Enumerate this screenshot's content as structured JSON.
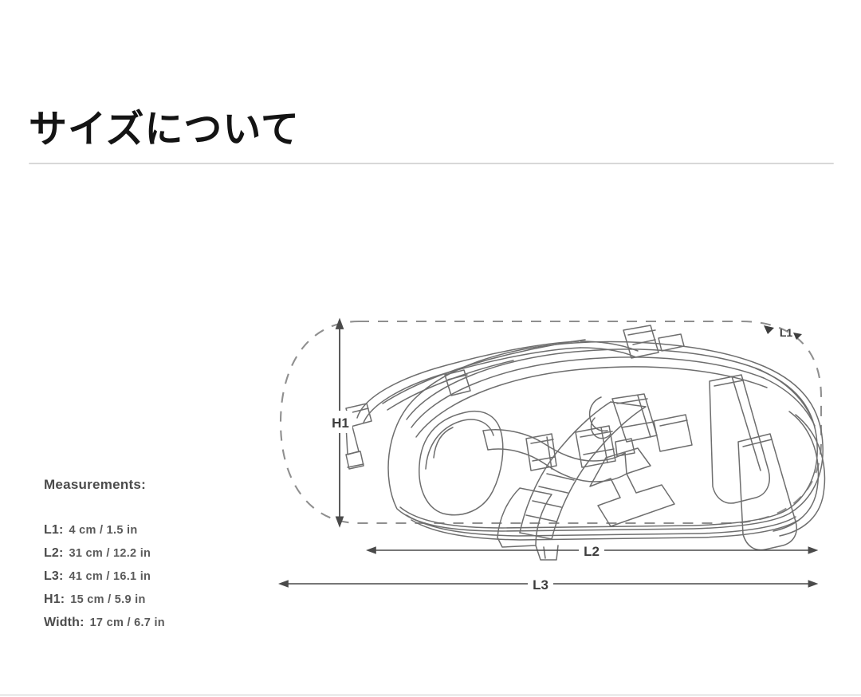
{
  "header": {
    "title": "サイズについて"
  },
  "measurements": {
    "heading": "Measurements:",
    "rows": [
      {
        "key": "L1:",
        "value": "4 cm  /  1.5 in"
      },
      {
        "key": "L2:",
        "value": "31 cm  /  12.2 in"
      },
      {
        "key": "L3:",
        "value": "41 cm  /  16.1 in"
      },
      {
        "key": "H1:",
        "value": "15 cm  /  5.9 in"
      },
      {
        "key": "Width:",
        "value": "17 cm  /  6.7 in"
      }
    ]
  },
  "diagram": {
    "subject": "sling-waist-bag-technical-line-drawing",
    "labels": {
      "l1": "L1",
      "l2": "L2",
      "l3": "L3",
      "h1": "H1"
    }
  },
  "colors": {
    "title_text": "#141414",
    "body_text": "#4b4b4b",
    "divider": "#d8d8d8",
    "line_art": "#6e6e6e",
    "dimension_line": "#4a4a4a",
    "background": "#ffffff"
  }
}
